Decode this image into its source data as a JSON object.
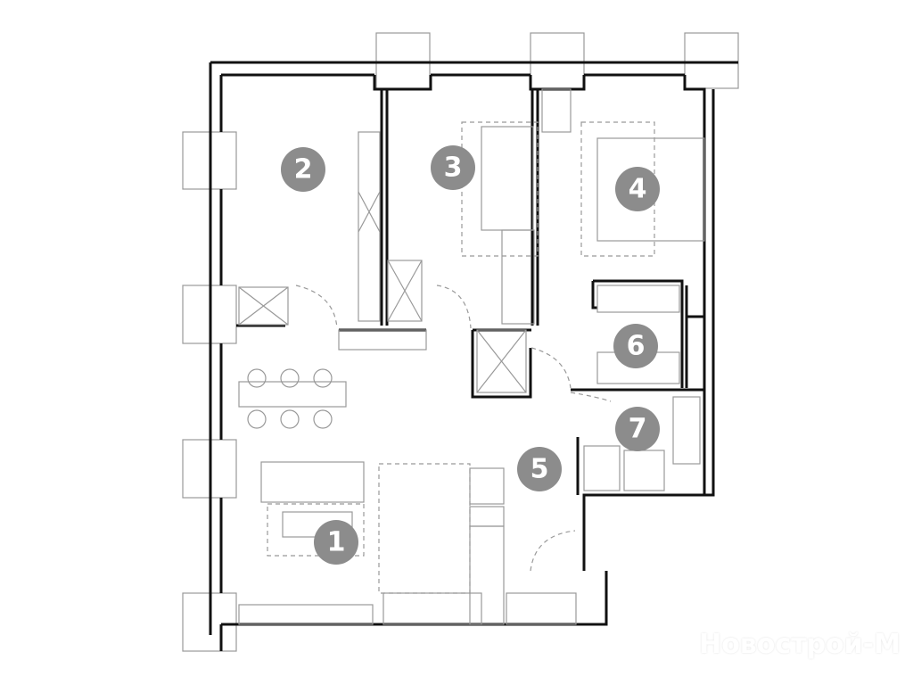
{
  "plan": {
    "rooms": [
      {
        "number": "1",
        "type": "living-room"
      },
      {
        "number": "2",
        "type": "bedroom"
      },
      {
        "number": "3",
        "type": "bedroom"
      },
      {
        "number": "4",
        "type": "bedroom"
      },
      {
        "number": "5",
        "type": "hallway"
      },
      {
        "number": "6",
        "type": "bathroom"
      },
      {
        "number": "7",
        "type": "bathroom"
      }
    ],
    "badge_color": "#8c8c8c",
    "wall_color": "#111111"
  },
  "watermark": "Новострой-М"
}
